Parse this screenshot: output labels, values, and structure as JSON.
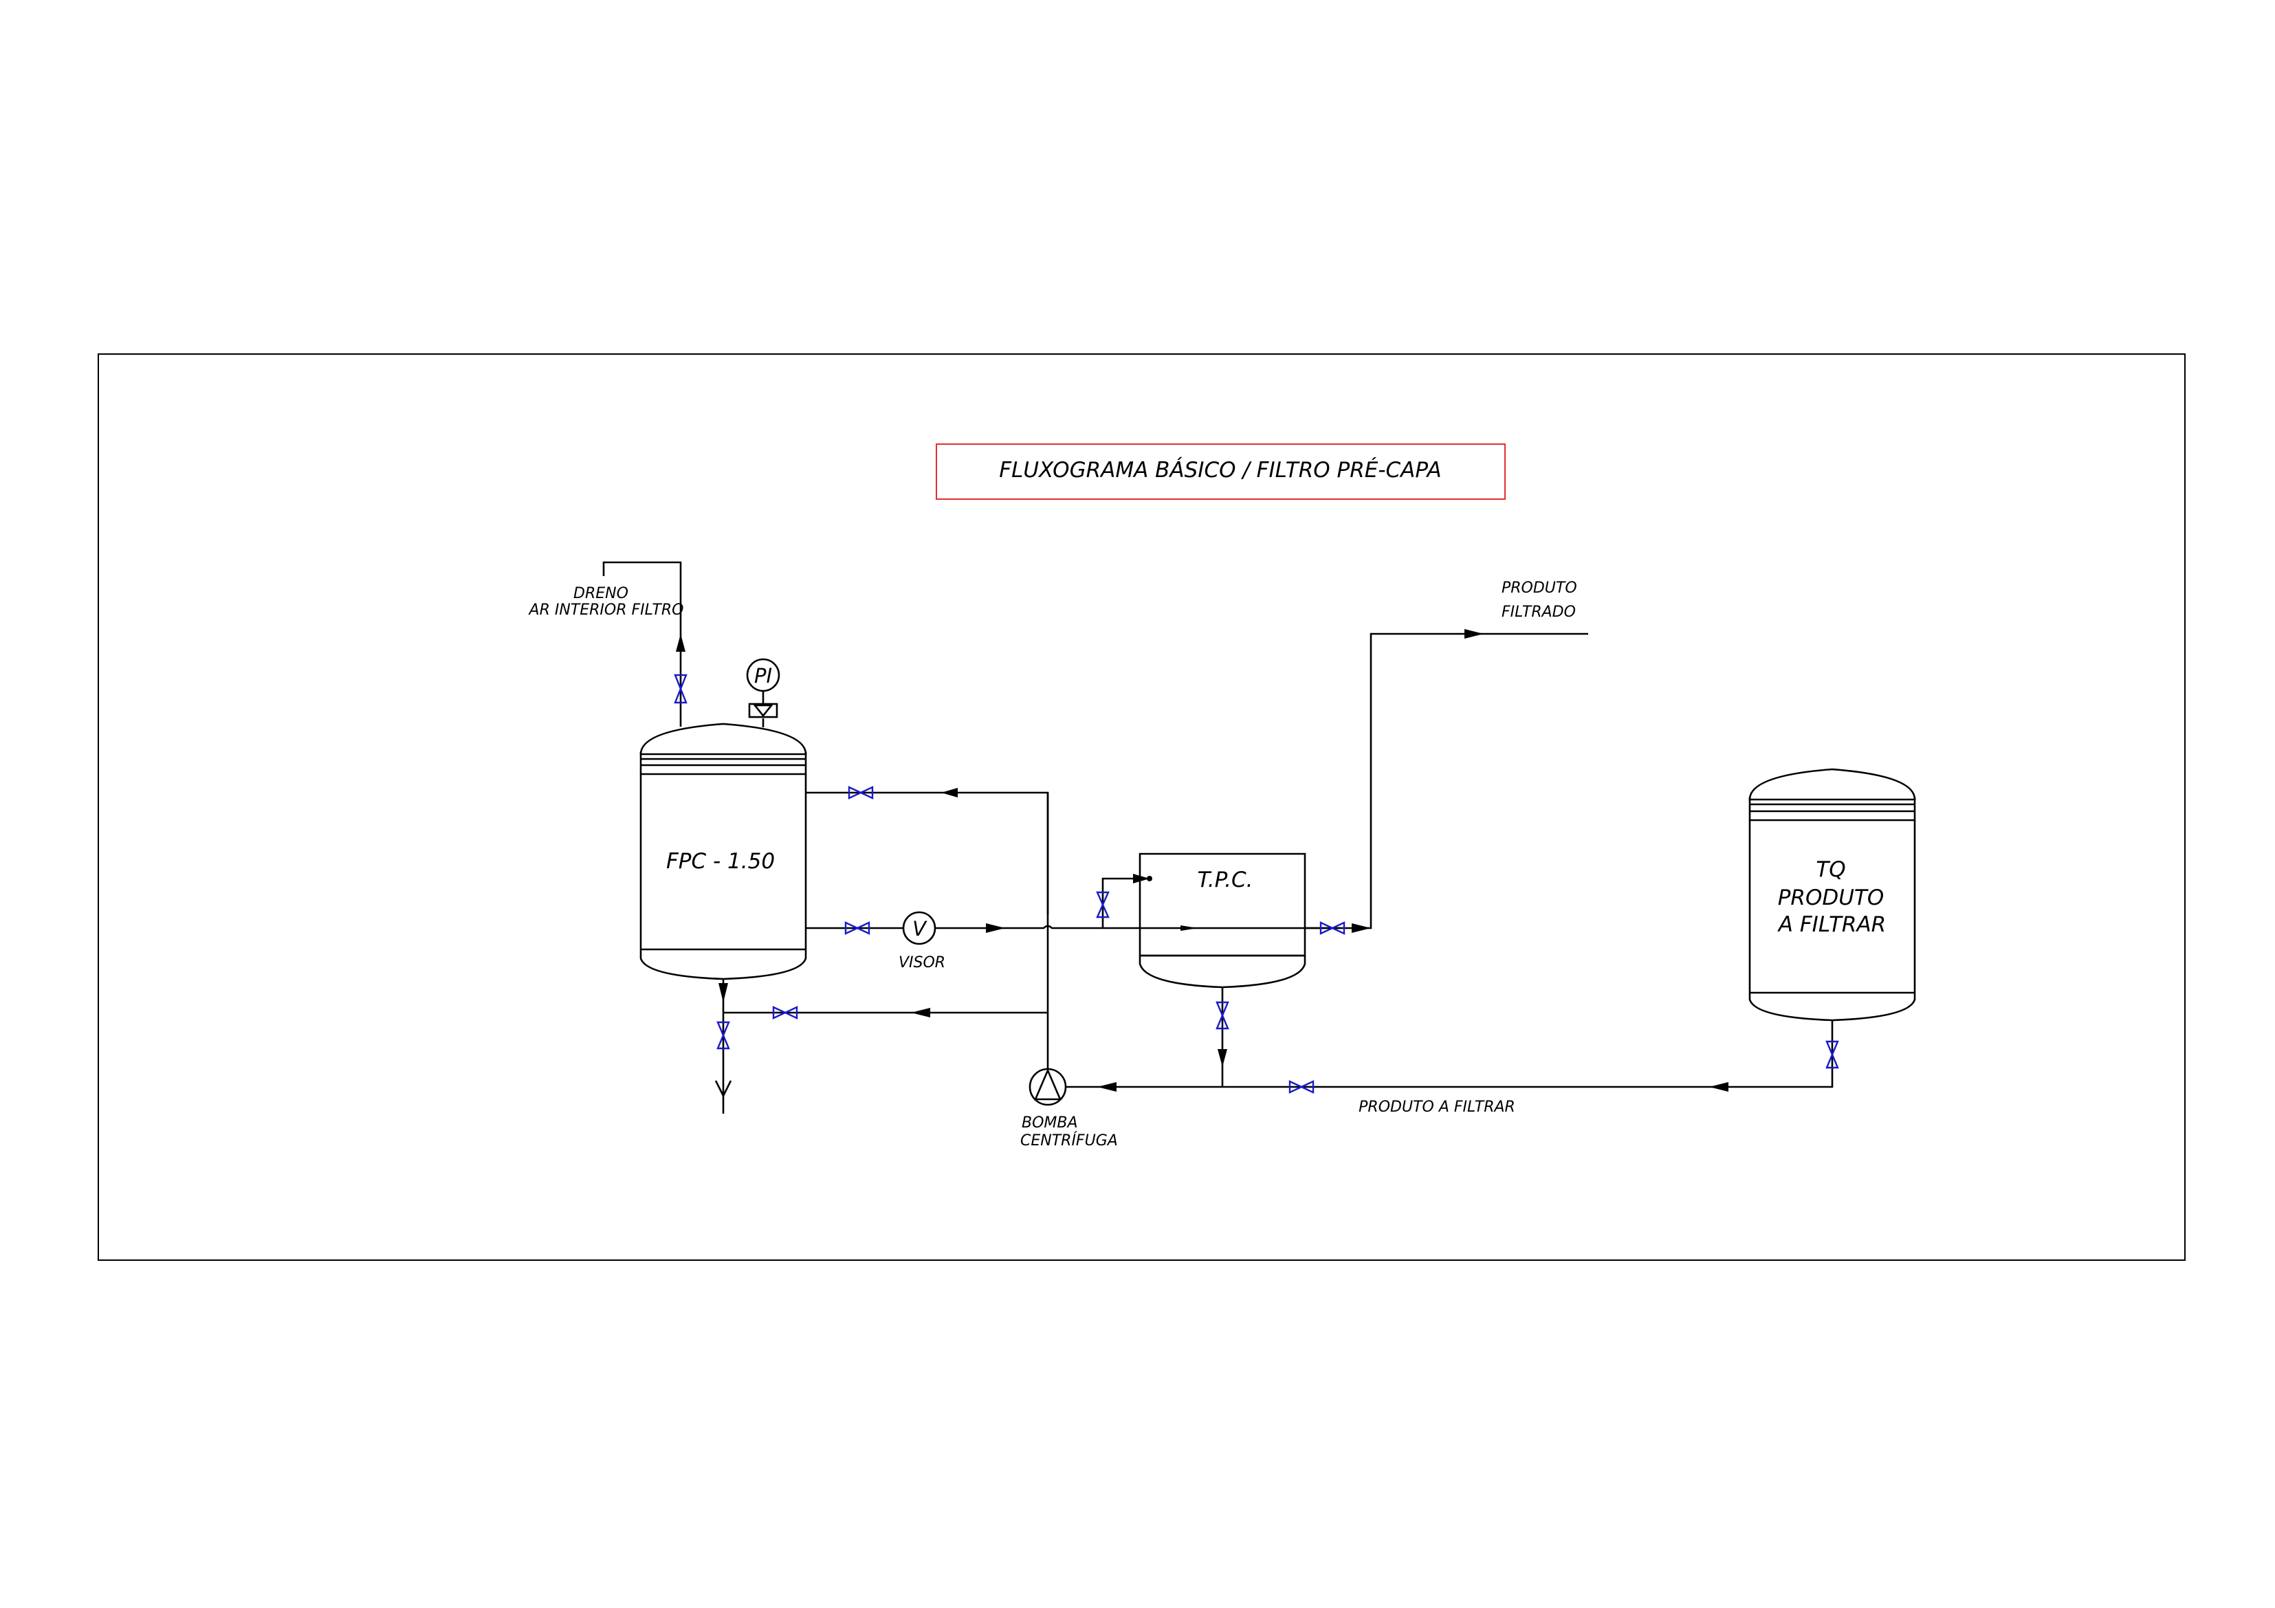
{
  "title": "FLUXOGRAMA BÁSICO / FILTRO PRÉ-CAPA",
  "colors": {
    "line": "#000000",
    "valve": "#1a1ac8",
    "title_frame": "#e03030"
  },
  "labels": {
    "dreno_line1": "DRENO",
    "dreno_line2": "AR INTERIOR FILTRO",
    "pressure_indicator": "PI",
    "filter": "FPC - 1.50",
    "sight_glass_symbol": "V",
    "sight_glass": "VISOR",
    "tank_tpc": "T.P.C.",
    "produto_filtrado_line1": "PRODUTO",
    "produto_filtrado_line2": "FILTRADO",
    "tank_tq_line1": "TQ",
    "tank_tq_line2": "PRODUTO",
    "tank_tq_line3": "A FILTRAR",
    "pump_line1": "BOMBA",
    "pump_line2": "CENTRÍFUGA",
    "produto_a_filtrar": "PRODUTO A FILTRAR"
  }
}
